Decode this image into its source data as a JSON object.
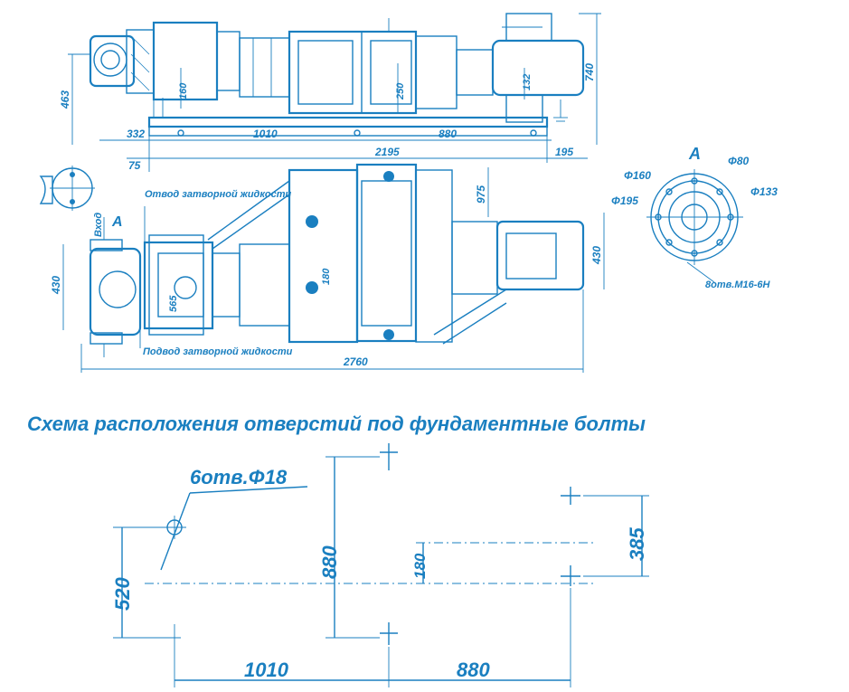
{
  "side_view": {
    "dims": {
      "d463": "463",
      "d160": "160",
      "d250": "250",
      "d132": "132",
      "d740": "740",
      "d332": "332",
      "d1010": "1010",
      "d880": "880",
      "d75": "75",
      "d2195": "2195",
      "d195": "195"
    }
  },
  "plan_view": {
    "labels": {
      "outlet_seal": "Отвод затворной жидкости",
      "inlet_seal": "Подвод затворной жидкости",
      "inlet": "Вход",
      "view_a": "А"
    },
    "dims": {
      "d430_left": "430",
      "d565": "565",
      "d180": "180",
      "d975": "975",
      "d430_right": "430",
      "d2760": "2760"
    }
  },
  "view_a": {
    "label": "А",
    "d160": "Φ160",
    "d80": "Φ80",
    "d195": "Φ195",
    "d133": "Φ133",
    "holes": "8отв.М16-6Н"
  },
  "foundation": {
    "title": "Схема расположения отверстий под фундаментные болты",
    "holes_label": "6отв.Φ18",
    "dims": {
      "d520": "520",
      "d880_v": "880",
      "d180": "180",
      "d385": "385",
      "d1010": "1010",
      "d880_h": "880"
    }
  }
}
